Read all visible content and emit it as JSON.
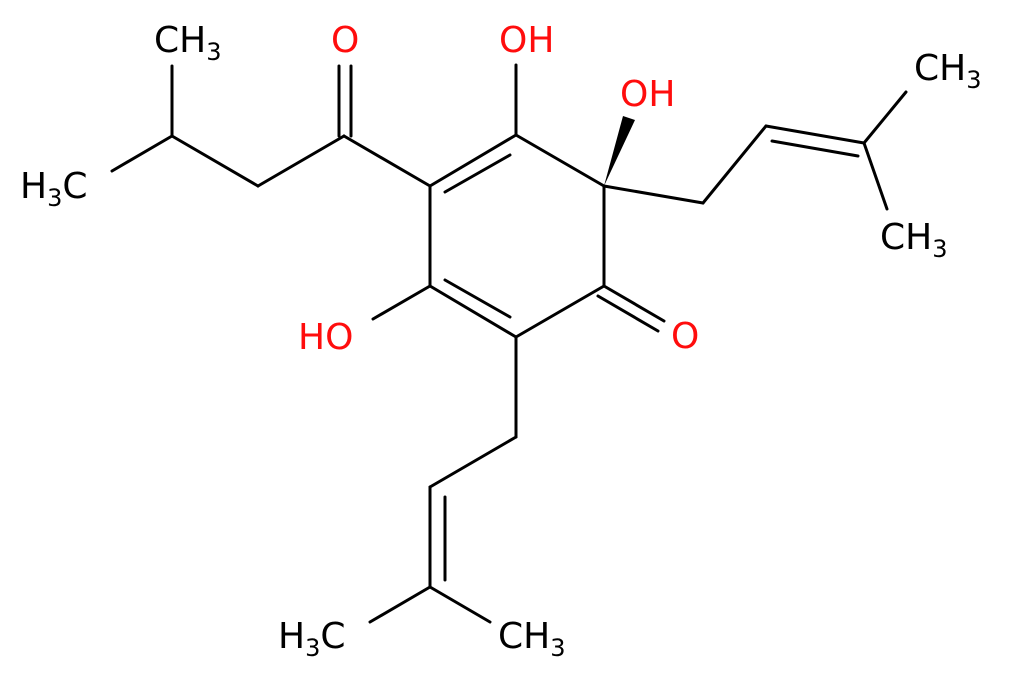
{
  "colors": {
    "background": "#ffffff",
    "bond": "#000000",
    "carbon_label": "#000000",
    "oxygen_label": "#ff0d0d"
  },
  "labels": {
    "ch3_top": {
      "main": "CH",
      "sub": "3"
    },
    "h3c_left": {
      "main": "H",
      "sub": "3",
      "tail": "C"
    },
    "o_ketone_top": "O",
    "oh_top": "OH",
    "oh_stereo": "OH",
    "ch3_right_top": {
      "main": "CH",
      "sub": "3"
    },
    "ch3_right_bottom": {
      "main": "CH",
      "sub": "3"
    },
    "oh_left": "HO",
    "o_ring": "O",
    "h3c_bottom": {
      "main": "H",
      "sub": "3",
      "tail": "C"
    },
    "ch3_bottom": {
      "main": "CH",
      "sub": "3"
    }
  }
}
